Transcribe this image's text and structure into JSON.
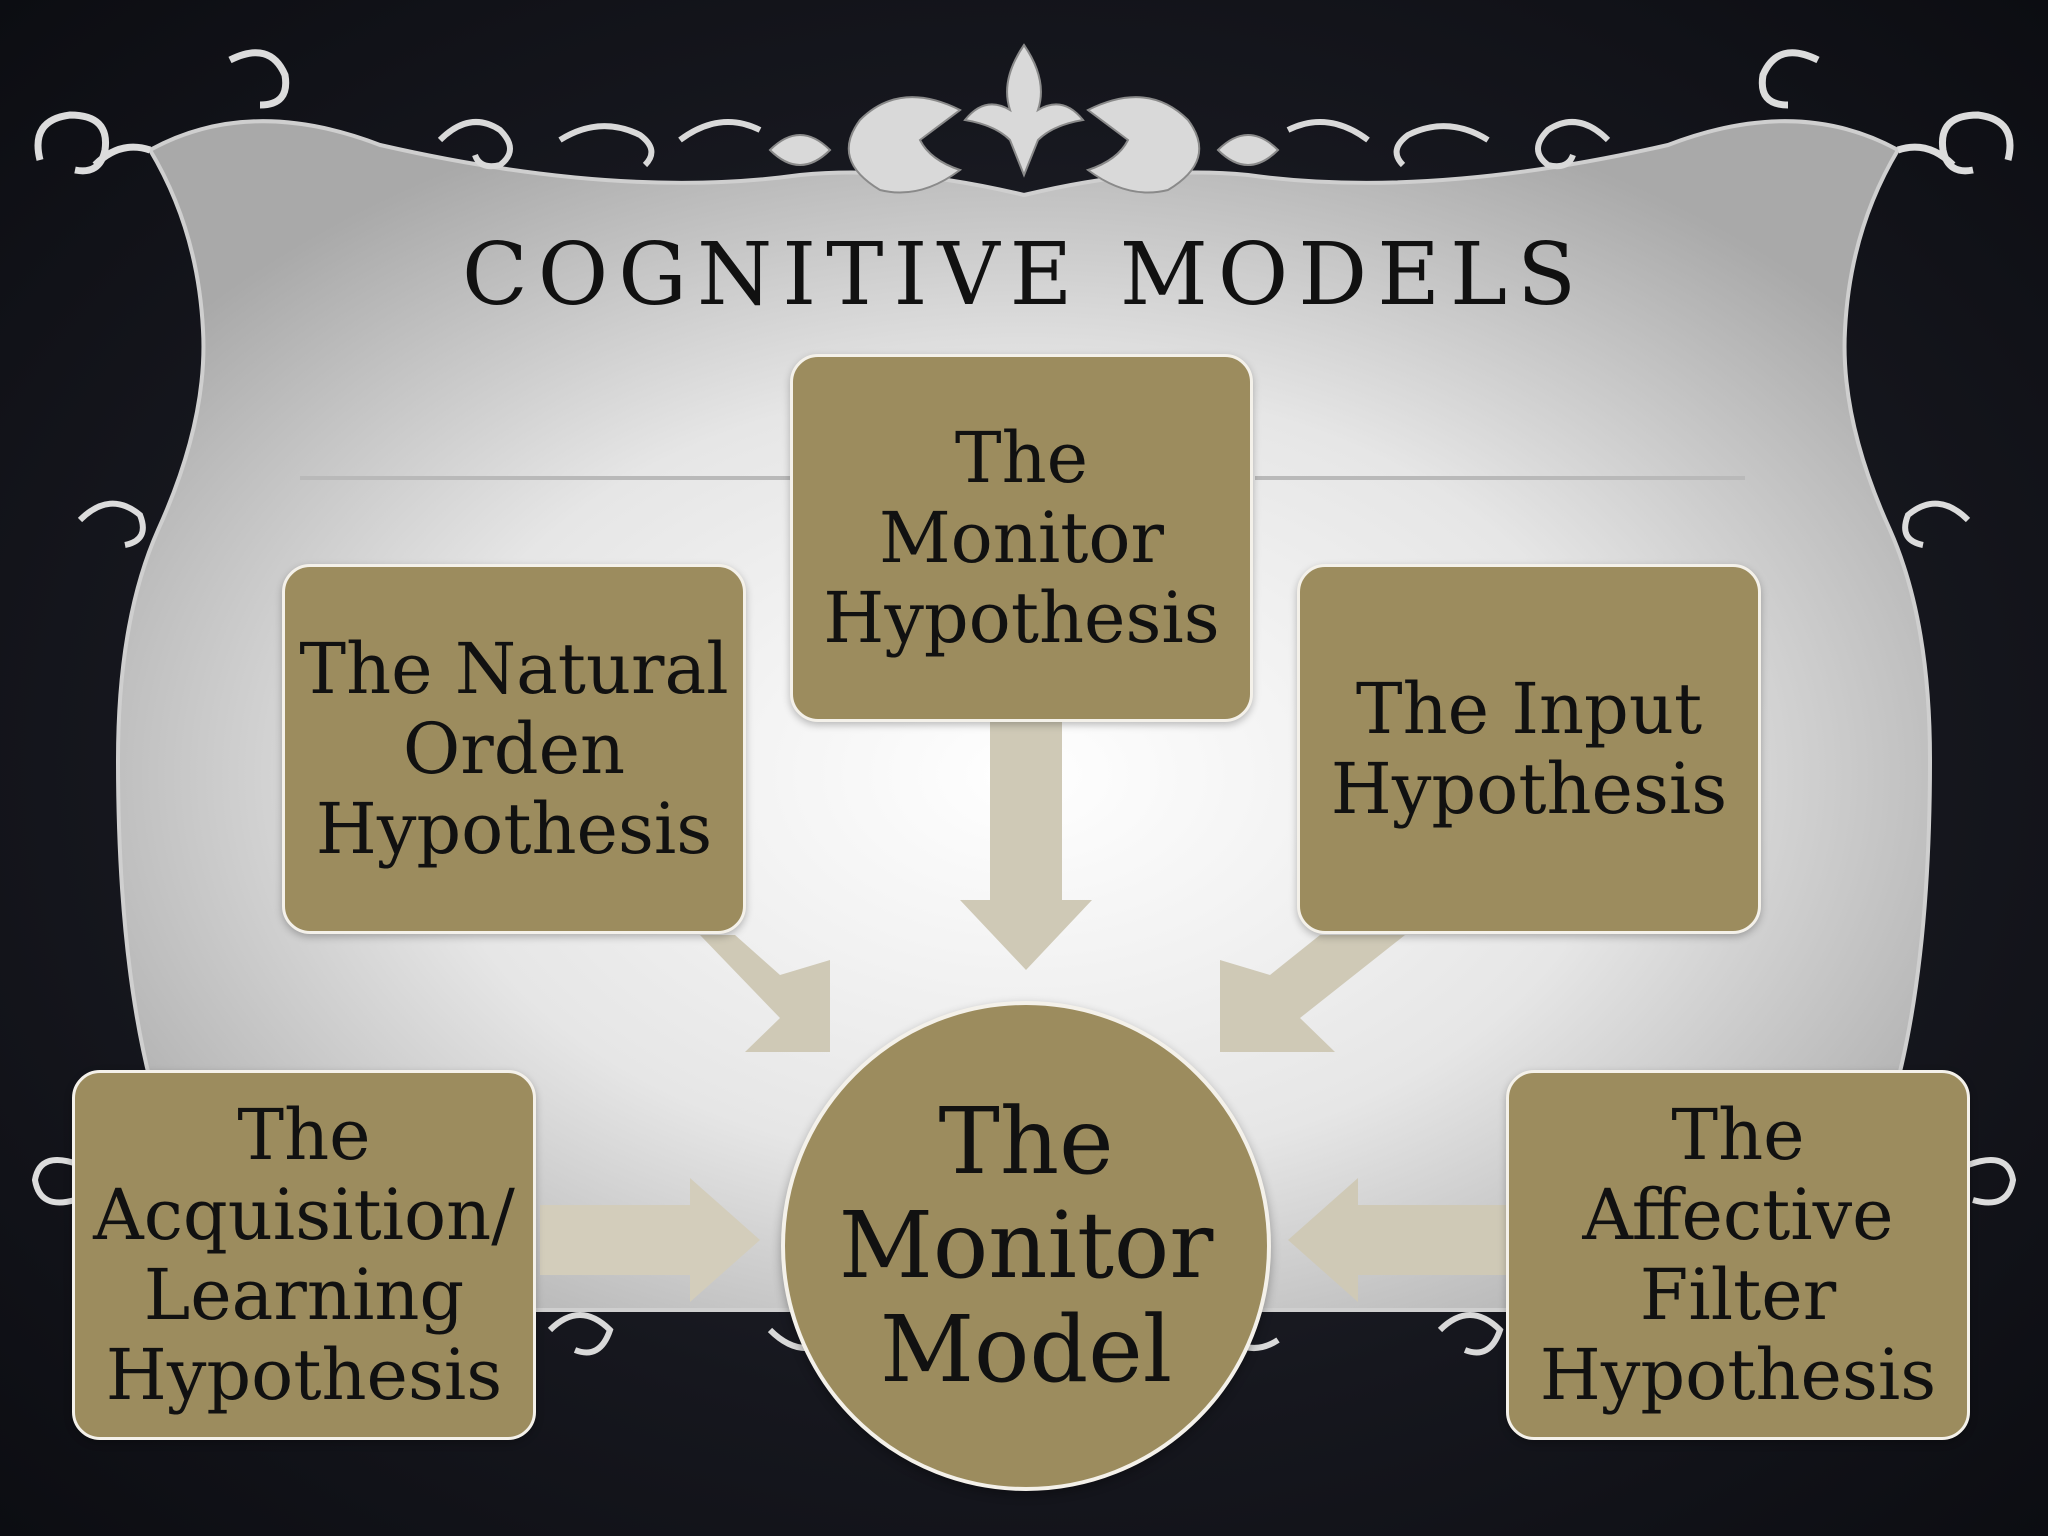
{
  "slide": {
    "title": "COGNITIVE MODELS"
  },
  "diagram": {
    "center": {
      "label": "The\nMonitor\nModel"
    },
    "nodes": {
      "monitor": "The Monitor\nHypothesis",
      "natural_order": "The Natural\nOrden\nHypothesis",
      "input": "The Input\nHypothesis",
      "acquisition_learning": "The\nAcquisition/\nLearning\nHypothesis",
      "affective_filter": "The\nAffective\nFilter\nHypothesis"
    }
  },
  "colors": {
    "box_fill": "#9c8c5e",
    "box_border": "#f4f1ea",
    "arrow": "#cfc9b6",
    "panel": "#e9e9e9",
    "background": "#16171e"
  },
  "icons": {
    "ornament": "baroque-scroll-ornament"
  }
}
